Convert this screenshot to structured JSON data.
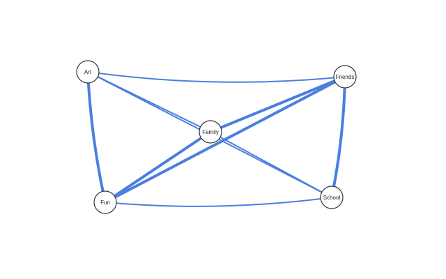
{
  "graph": {
    "edge_color": "#4a7fe0",
    "node_fill": "#ffffff",
    "node_stroke": "#333333",
    "nodes": [
      {
        "id": "art",
        "label": "Art"
      },
      {
        "id": "friends",
        "label": "Friends"
      },
      {
        "id": "family",
        "label": "Family"
      },
      {
        "id": "fun",
        "label": "Fun"
      },
      {
        "id": "school",
        "label": "School"
      }
    ],
    "edges": [
      {
        "source": "art",
        "target": "friends",
        "weight": 2
      },
      {
        "source": "art",
        "target": "family",
        "weight": 2
      },
      {
        "source": "art",
        "target": "fun",
        "weight": 4
      },
      {
        "source": "art",
        "target": "school",
        "weight": 2
      },
      {
        "source": "friends",
        "target": "family",
        "weight": 4
      },
      {
        "source": "friends",
        "target": "fun",
        "weight": 4
      },
      {
        "source": "friends",
        "target": "school",
        "weight": 4
      },
      {
        "source": "family",
        "target": "fun",
        "weight": 4
      },
      {
        "source": "family",
        "target": "school",
        "weight": 2
      },
      {
        "source": "fun",
        "target": "school",
        "weight": 2
      }
    ]
  }
}
